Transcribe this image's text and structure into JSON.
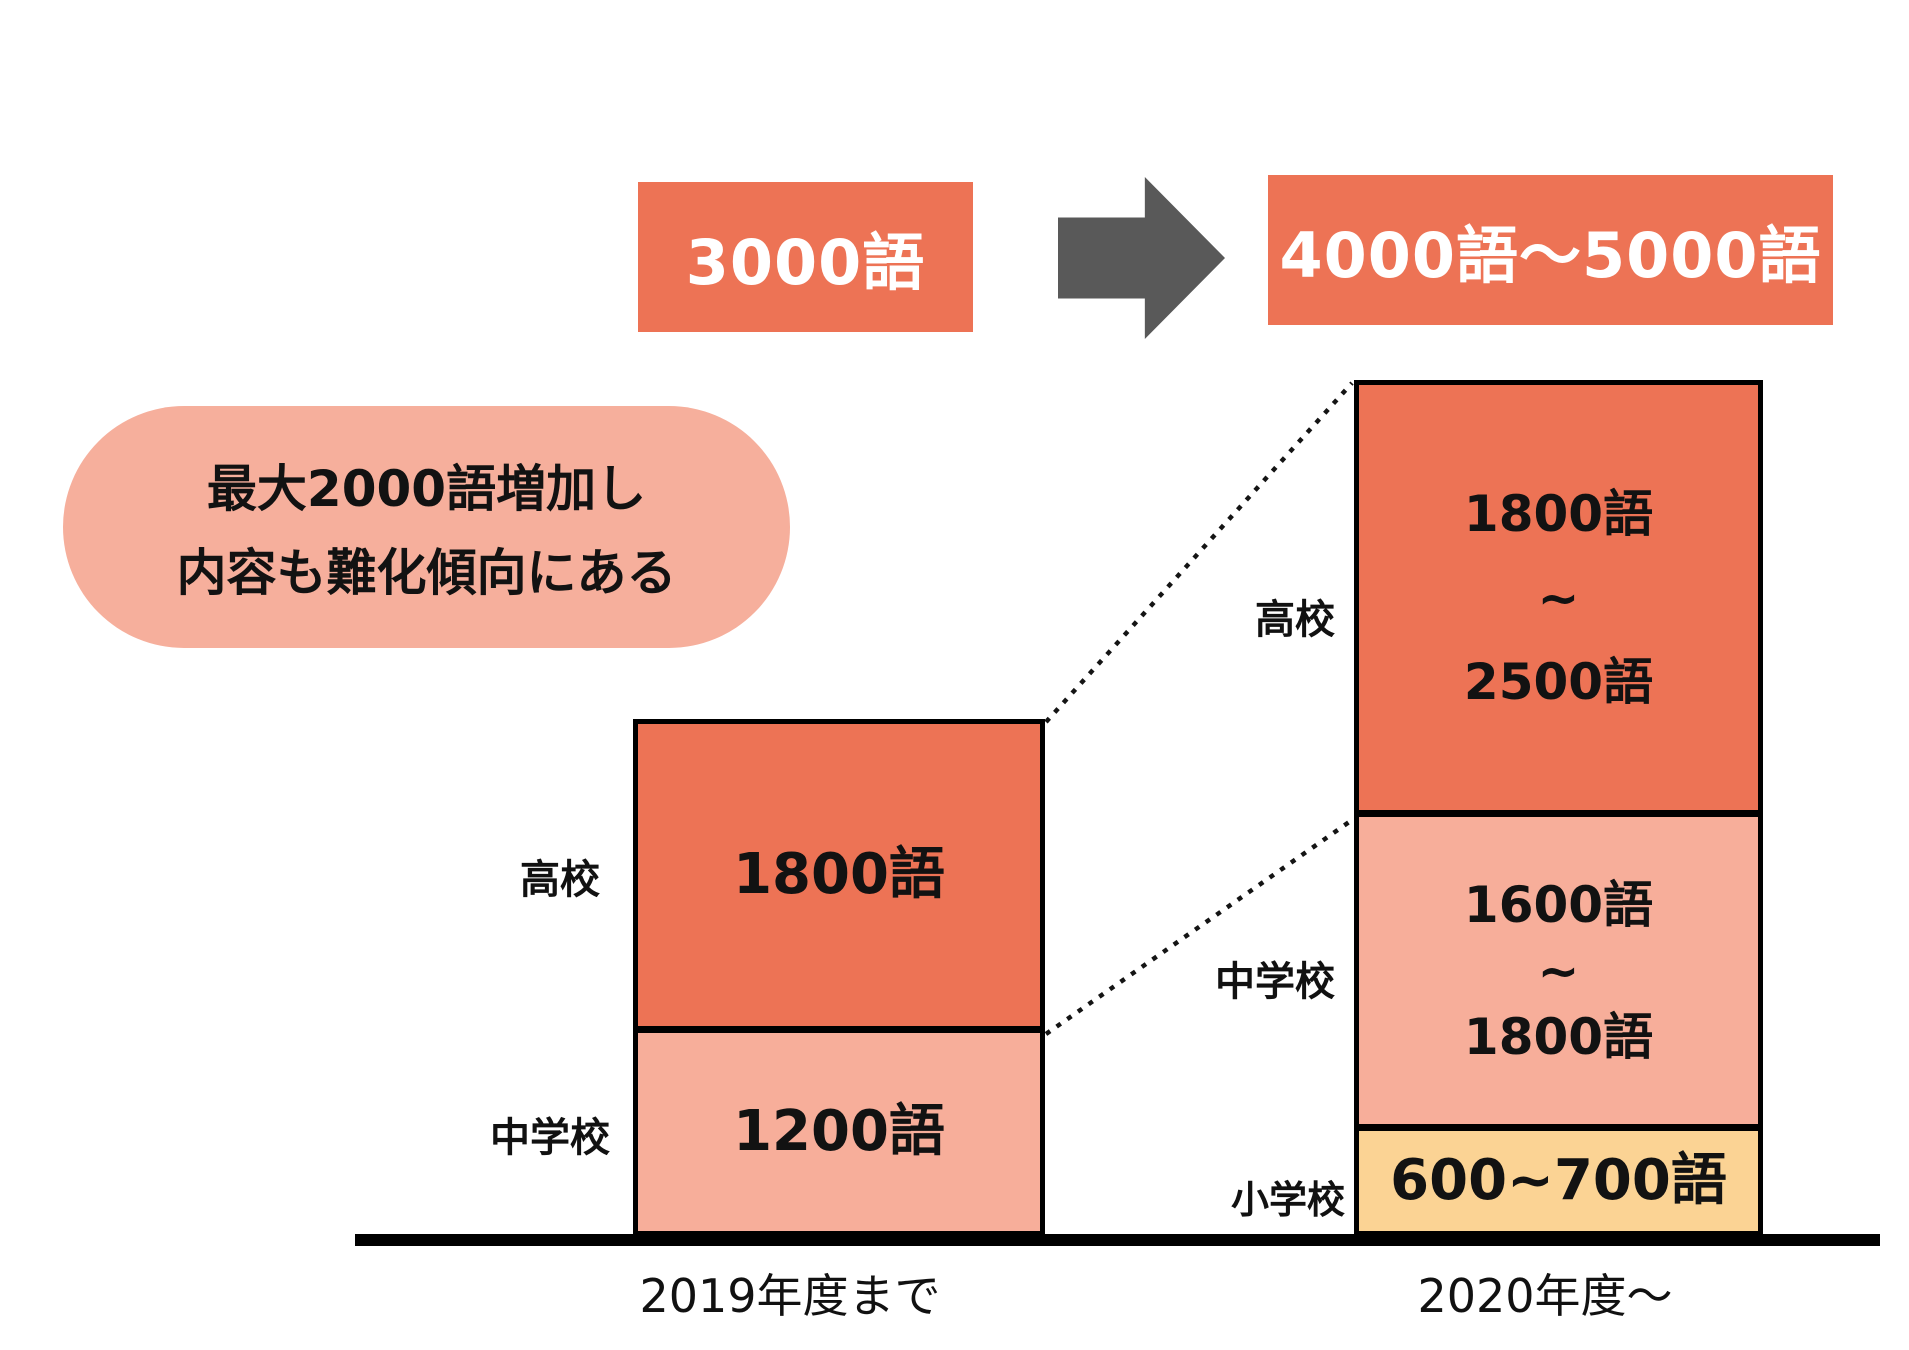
{
  "flow": {
    "before": "3000語",
    "after": "4000語〜5000語"
  },
  "callout": {
    "line1": "最大2000語増加し",
    "line2": "内容も難化傾向にある"
  },
  "columns": [
    {
      "axis_label": "2019年度まで",
      "segments": [
        {
          "school": "高校",
          "lines": [
            "1800語"
          ]
        },
        {
          "school": "中学校",
          "lines": [
            "1200語"
          ]
        }
      ]
    },
    {
      "axis_label": "2020年度〜",
      "segments": [
        {
          "school": "高校",
          "lines": [
            "1800語",
            "~",
            "2500語"
          ]
        },
        {
          "school": "中学校",
          "lines": [
            "1600語",
            "~",
            "1800語"
          ]
        },
        {
          "school": "小学校",
          "lines": [
            "600~700語"
          ]
        }
      ]
    }
  ],
  "colors": {
    "orange": "#ED7355",
    "pink": "#F7AE9A",
    "yellow": "#FBD394",
    "callout_pink": "#F6AF9C",
    "arrow_gray": "#595959",
    "line_black": "#000000"
  },
  "chart_data": {
    "type": "bar",
    "stacked": true,
    "categories": [
      "2019年度まで",
      "2020年度〜"
    ],
    "series": [
      {
        "name": "小学校",
        "values": [
          0,
          650
        ],
        "value_labels": [
          "",
          "600~700語"
        ]
      },
      {
        "name": "中学校",
        "values": [
          1200,
          1700
        ],
        "value_labels": [
          "1200語",
          "1600語~1800語"
        ]
      },
      {
        "name": "高校",
        "values": [
          1800,
          2150
        ],
        "value_labels": [
          "1800語",
          "1800語~2500語"
        ]
      }
    ],
    "totals_labels": [
      "3000語",
      "4000語〜5000語"
    ],
    "annotation": "最大2000語増加し 内容も難化傾向にある",
    "legend_position": "none",
    "grid": false,
    "ylabel": "",
    "xlabel": ""
  }
}
